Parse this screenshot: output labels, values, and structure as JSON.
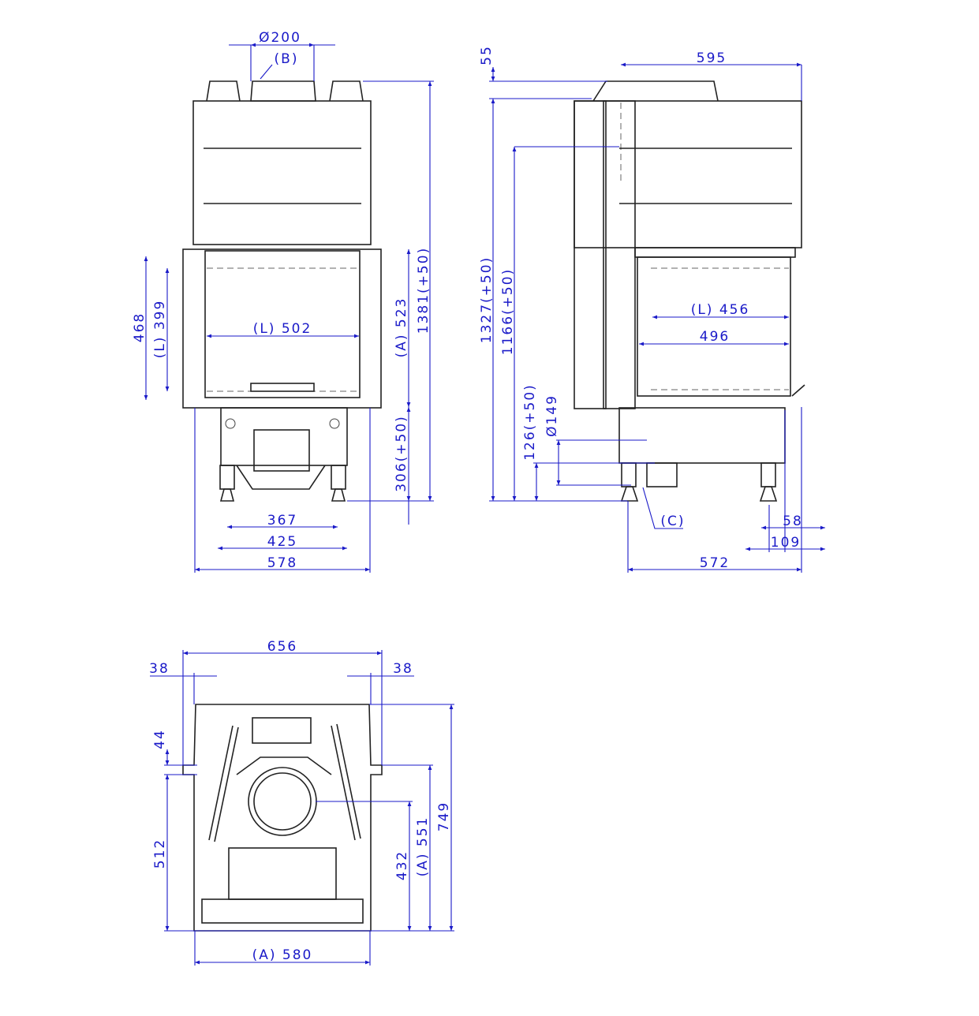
{
  "colors": {
    "dimension": "#1a1ac8",
    "outline": "#222222"
  },
  "front_view": {
    "flue_diameter": "Ø200",
    "flue_marker": "(B)",
    "glass_width": "(L) 502",
    "frame_height": "468",
    "glass_height": "(L) 399",
    "opening_height": "(A) 523",
    "total_height": "1381(+50)",
    "base_height": "306(+50)",
    "feet_inner": "367",
    "feet_outer": "425",
    "total_width": "578"
  },
  "side_view": {
    "depth_top": "595",
    "top_offset": "55",
    "height_1327": "1327(+50)",
    "height_1166": "1166(+50)",
    "air_inlet_height": "126(+50)",
    "air_inlet_diameter": "Ø149",
    "glass_width": "(L) 456",
    "opening_width": "496",
    "air_marker": "(C)",
    "foot_offset_58": "58",
    "foot_offset_109": "109",
    "depth_bottom": "572"
  },
  "bottom_view": {
    "total_width": "656",
    "left_overhang": "38",
    "right_overhang": "38",
    "offset_44": "44",
    "depth_512": "512",
    "depth_432": "432",
    "depth_551": "(A) 551",
    "depth_749": "749",
    "opening_width": "(A) 580"
  }
}
